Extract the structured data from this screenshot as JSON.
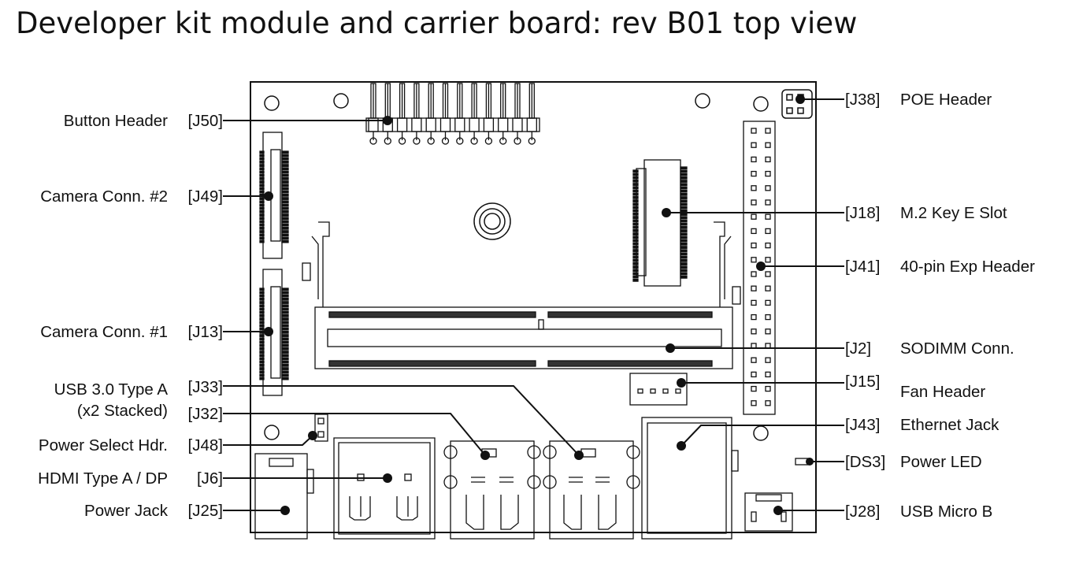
{
  "title": "Developer kit module and carrier board: rev B01 top view",
  "left_labels": [
    {
      "name": "Button Header",
      "ref": "[J50]"
    },
    {
      "name": "Camera Conn. #2",
      "ref": "[J49]"
    },
    {
      "name": "Camera Conn. #1",
      "ref": "[J13]"
    },
    {
      "name": "USB 3.0 Type A",
      "ref": "[J33]"
    },
    {
      "name": "(x2 Stacked)",
      "ref": "[J32]"
    },
    {
      "name": "Power Select Hdr.",
      "ref": "[J48]"
    },
    {
      "name": "HDMI Type A / DP",
      "ref": "[J6]"
    },
    {
      "name": "Power Jack",
      "ref": "[J25]"
    }
  ],
  "right_labels": [
    {
      "ref": "[J38]",
      "name": "POE Header"
    },
    {
      "ref": "[J18]",
      "name": "M.2 Key E Slot"
    },
    {
      "ref": "[J41]",
      "name": "40-pin Exp Header"
    },
    {
      "ref": "[J2]",
      "name": "SODIMM Conn."
    },
    {
      "ref": "[J15]",
      "name": "Fan Header"
    },
    {
      "ref": "[J43]",
      "name": "Ethernet Jack"
    },
    {
      "ref": "[DS3]",
      "name": "Power LED"
    },
    {
      "ref": "[J28]",
      "name": "USB Micro B"
    }
  ]
}
